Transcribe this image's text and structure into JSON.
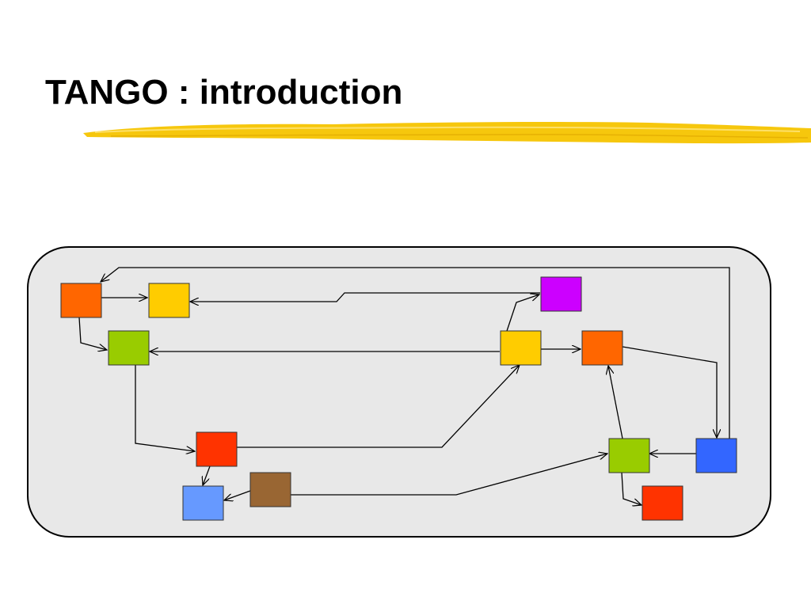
{
  "slide": {
    "title": "TANGO : introduction"
  },
  "colors": {
    "underline": "#F5C400",
    "panel_fill": "#E8E8E8",
    "panel_stroke": "#000000",
    "connector": "#000000"
  },
  "nodes": [
    {
      "id": "orange-1",
      "color": "#FF6600"
    },
    {
      "id": "yellow-1",
      "color": "#FFCC00"
    },
    {
      "id": "purple-1",
      "color": "#CC00FF"
    },
    {
      "id": "green-1",
      "color": "#99CC00"
    },
    {
      "id": "yellow-2",
      "color": "#FFCC00"
    },
    {
      "id": "orange-2",
      "color": "#FF6600"
    },
    {
      "id": "red-1",
      "color": "#FF3300"
    },
    {
      "id": "brown-1",
      "color": "#996633"
    },
    {
      "id": "lightblue-1",
      "color": "#6699FF"
    },
    {
      "id": "green-2",
      "color": "#99CC00"
    },
    {
      "id": "blue-1",
      "color": "#3366FF"
    },
    {
      "id": "red-2",
      "color": "#FF3300"
    }
  ]
}
